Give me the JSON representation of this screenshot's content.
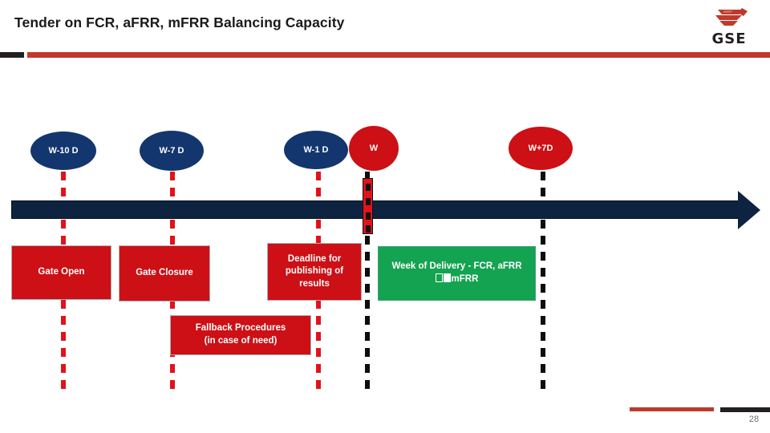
{
  "header": {
    "title": "Tender on FCR, aFRR, mFRR Balancing Capacity",
    "logo_text": "GSE",
    "logo_icon": "gse-bird-mark",
    "rule_red": "#c0392b",
    "rule_dark": "#231f20"
  },
  "timeline": {
    "axis_color": "#0d2340",
    "arrow_direction": "right",
    "milestones": [
      {
        "label": "W-10 D",
        "color": "#14366e",
        "shape": "ellipse",
        "connector": "red-dashed"
      },
      {
        "label": "W-7 D",
        "color": "#14366e",
        "shape": "ellipse",
        "connector": "red-dashed"
      },
      {
        "label": "W-1 D",
        "color": "#14366e",
        "shape": "ellipse",
        "connector": "red-dashed"
      },
      {
        "label": "W",
        "color": "#cc1016",
        "shape": "circle",
        "connector": "black-dashed"
      },
      {
        "label": "W+7D",
        "color": "#cc1016",
        "shape": "circle",
        "connector": "black-dashed"
      }
    ],
    "events": [
      {
        "label": "Gate Open",
        "color": "#cc1016",
        "row": 1
      },
      {
        "label": "Gate Closure",
        "color": "#cc1016",
        "row": 1
      },
      {
        "label": "Deadline for publishing of results",
        "color": "#cc1016",
        "row": 1
      },
      {
        "label_line1": "Week of Delivery - FCR, aFRR",
        "label_line2": "mFRR",
        "color": "#14a350",
        "row": 1
      },
      {
        "label_line1": "Fallback Procedures",
        "label_line2": "(in case of need)",
        "color": "#cc1016",
        "row": 2
      }
    ]
  },
  "footer": {
    "page_number": "28",
    "bar_red": "#c0392b",
    "bar_dark": "#231f20"
  }
}
